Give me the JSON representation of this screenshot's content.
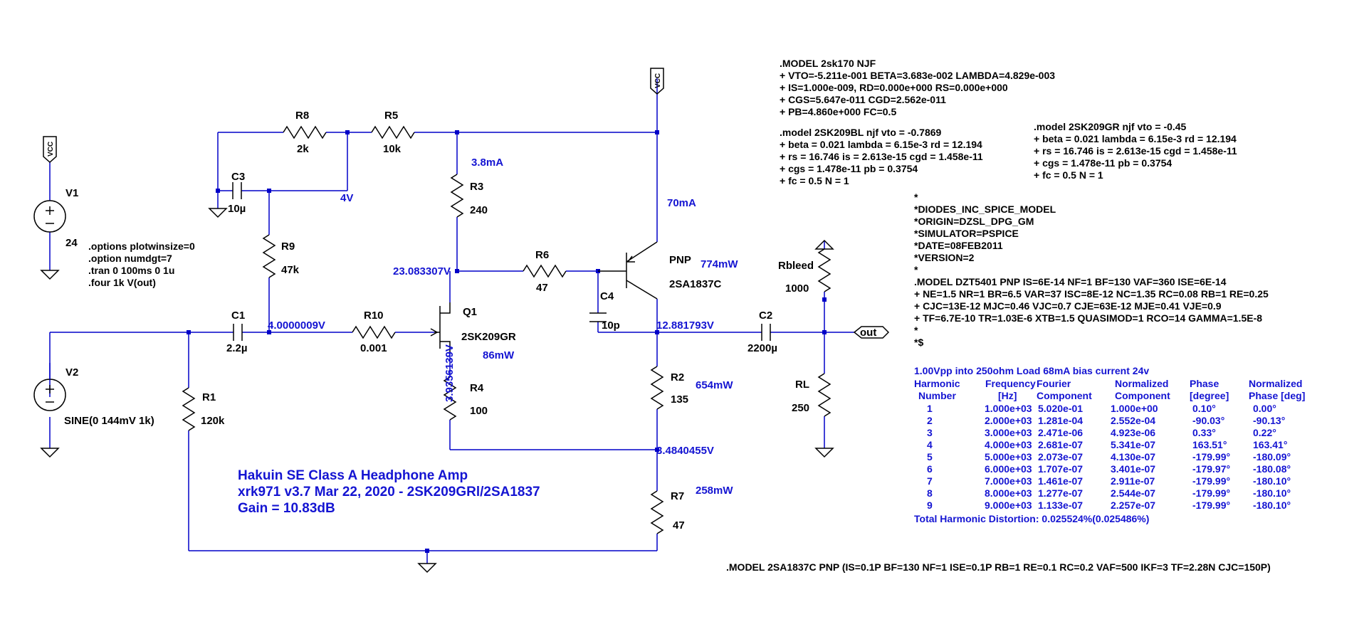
{
  "components": {
    "V1": {
      "ref": "V1",
      "value": "24"
    },
    "V2": {
      "ref": "V2",
      "value": "SINE(0 144mV 1k)"
    },
    "R1": {
      "ref": "R1",
      "value": "120k"
    },
    "R2": {
      "ref": "R2",
      "value": "135"
    },
    "R3": {
      "ref": "R3",
      "value": "240"
    },
    "R4": {
      "ref": "R4",
      "value": "100"
    },
    "R5": {
      "ref": "R5",
      "value": "10k"
    },
    "R6": {
      "ref": "R6",
      "value": "47"
    },
    "R7": {
      "ref": "R7",
      "value": "47"
    },
    "R8": {
      "ref": "R8",
      "value": "2k"
    },
    "R9": {
      "ref": "R9",
      "value": "47k"
    },
    "R10": {
      "ref": "R10",
      "value": "0.001"
    },
    "RL": {
      "ref": "RL",
      "value": "250"
    },
    "Rbleed": {
      "ref": "Rbleed",
      "value": "1000"
    },
    "C1": {
      "ref": "C1",
      "value": "2.2µ"
    },
    "C2": {
      "ref": "C2",
      "value": "2200µ"
    },
    "C3": {
      "ref": "C3",
      "value": "10µ"
    },
    "C4": {
      "ref": "C4",
      "value": "10p"
    },
    "Q1": {
      "ref": "Q1",
      "value": "2SK209GR"
    },
    "Q2": {
      "ref": "PNP",
      "value": "2SA1837C"
    }
  },
  "power_label": "VCC",
  "out_label": "out",
  "annotations": {
    "i_r3": "3.8mA",
    "v_r8": "4V",
    "i_q2": "70mA",
    "p_q2": "774mW",
    "v_q1d": "23.083307V",
    "v_q1g": "4.0000009V",
    "v_q1s": "3.9356139V",
    "p_q1": "86mW",
    "v_out_node": "12.881793V",
    "p_r2": "654mW",
    "v_r7": "3.4840455V",
    "p_r7": "258mW"
  },
  "spice_directives": [
    ".options plotwinsize=0",
    ".option numdgt=7",
    ".tran 0 100ms 0 1u",
    ".four 1k V(out)"
  ],
  "model_2sk170": [
    ".MODEL 2sk170 NJF",
    "+ VTO=-5.211e-001 BETA=3.683e-002 LAMBDA=4.829e-003",
    "+ IS=1.000e-009, RD=0.000e+000 RS=0.000e+000",
    "+ CGS=5.647e-011 CGD=2.562e-011",
    "+ PB=4.860e+000 FC=0.5"
  ],
  "model_2sk209bl": [
    ".model 2SK209BL njf vto = -0.7869",
    "+ beta = 0.021 lambda = 6.15e-3 rd = 12.194",
    "+ rs = 16.746 is = 2.613e-15 cgd = 1.458e-11",
    "+ cgs = 1.478e-11 pb = 0.3754",
    "+ fc = 0.5 N = 1"
  ],
  "model_2sk209gr": [
    ".model 2SK209GR njf vto = -0.45",
    "+ beta = 0.021 lambda = 6.15e-3 rd = 12.194",
    "+ rs = 16.746 is = 2.613e-15 cgd = 1.458e-11",
    "+ cgs = 1.478e-11 pb = 0.3754",
    "+ fc = 0.5 N = 1"
  ],
  "model_dzt5401": [
    "*",
    "*DIODES_INC_SPICE_MODEL",
    "*ORIGIN=DZSL_DPG_GM",
    "*SIMULATOR=PSPICE",
    "*DATE=08FEB2011",
    "*VERSION=2",
    "*",
    ".MODEL DZT5401 PNP IS=6E-14 NF=1 BF=130 VAF=360 ISE=6E-14",
    "+ NE=1.5 NR=1 BR=6.5 VAR=37 ISC=8E-12 NC=1.35 RC=0.08 RB=1 RE=0.25",
    "+ CJC=13E-12 MJC=0.46  VJC=0.7 CJE=63E-12 MJE=0.41 VJE=0.9",
    "+ TF=6.7E-10 TR=1.03E-6 XTB=1.5 QUASIMOD=1 RCO=14 GAMMA=1.5E-8",
    "*",
    "*$"
  ],
  "model_2sa1837c": ".MODEL 2SA1837C PNP (IS=0.1P BF=130 NF=1 ISE=0.1P RB=1 RE=0.1 RC=0.2 VAF=500 IKF=3 TF=2.28N CJC=150P)",
  "title_block": [
    "Hakuin SE Class A Headphone Amp",
    "xrk971   v3.7  Mar 22, 2020 - 2SK209GRl/2SA1837",
    "Gain = 10.83dB"
  ],
  "fourier": {
    "heading": "1.00Vpp into 250ohm Load 68mA bias current 24v",
    "header1": [
      "Harmonic",
      "Frequency",
      "Fourier",
      "Normalized",
      "Phase",
      "Normalized"
    ],
    "header2": [
      "Number",
      "[Hz]",
      "Component",
      "Component",
      "[degree]",
      "Phase [deg]"
    ],
    "rows": [
      [
        "1",
        "1.000e+03",
        "5.020e-01",
        "1.000e+00",
        "0.10°",
        "0.00°"
      ],
      [
        "2",
        "2.000e+03",
        "1.281e-04",
        "2.552e-04",
        "-90.03°",
        "-90.13°"
      ],
      [
        "3",
        "3.000e+03",
        "2.471e-06",
        "4.923e-06",
        "0.33°",
        "0.22°"
      ],
      [
        "4",
        "4.000e+03",
        "2.681e-07",
        "5.341e-07",
        "163.51°",
        "163.41°"
      ],
      [
        "5",
        "5.000e+03",
        "2.073e-07",
        "4.130e-07",
        "-179.99°",
        "-180.09°"
      ],
      [
        "6",
        "6.000e+03",
        "1.707e-07",
        "3.401e-07",
        "-179.97°",
        "-180.08°"
      ],
      [
        "7",
        "7.000e+03",
        "1.461e-07",
        "2.911e-07",
        "-179.99°",
        "-180.10°"
      ],
      [
        "8",
        "8.000e+03",
        "1.277e-07",
        "2.544e-07",
        "-179.99°",
        "-180.10°"
      ],
      [
        "9",
        "9.000e+03",
        "1.133e-07",
        "2.257e-07",
        "-179.99°",
        "-180.10°"
      ]
    ],
    "thd": "Total Harmonic Distortion: 0.025524%(0.025486%)"
  }
}
